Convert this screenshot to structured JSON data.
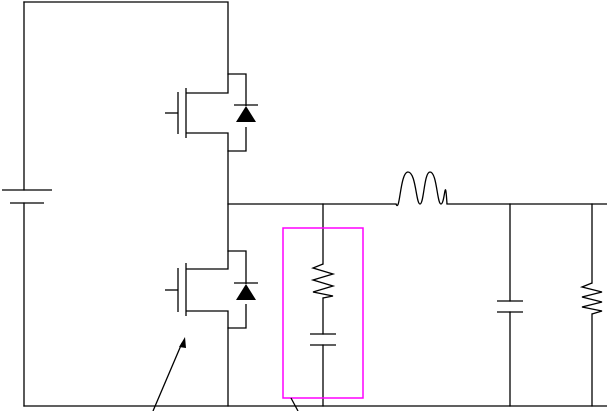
{
  "diagram": {
    "type": "circuit-schematic",
    "description_hidden": true,
    "components": [
      {
        "id": "battery",
        "kind": "dc-source-cell"
      },
      {
        "id": "q-high",
        "kind": "mosfet"
      },
      {
        "id": "d-high",
        "kind": "body-diode"
      },
      {
        "id": "q-low",
        "kind": "mosfet"
      },
      {
        "id": "d-low",
        "kind": "body-diode"
      },
      {
        "id": "snubber-resistor",
        "kind": "resistor"
      },
      {
        "id": "snubber-capacitor",
        "kind": "capacitor"
      },
      {
        "id": "output-inductor",
        "kind": "inductor"
      },
      {
        "id": "output-capacitor",
        "kind": "capacitor"
      },
      {
        "id": "load-resistor",
        "kind": "resistor"
      }
    ],
    "highlight": {
      "label": "",
      "color": "#ff00ff",
      "encloses": [
        "snubber-resistor",
        "snubber-capacitor"
      ]
    },
    "colors": {
      "wire": "#000000",
      "highlight": "#ff00ff",
      "background": "#ffffff"
    }
  }
}
